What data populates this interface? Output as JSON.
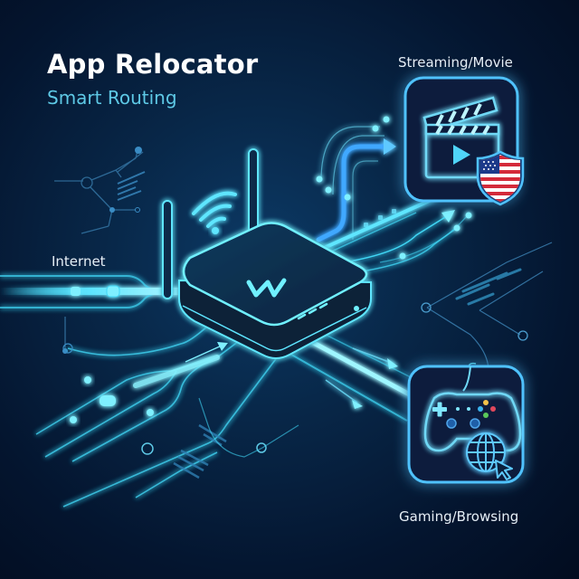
{
  "header": {
    "title": "App Relocator",
    "subtitle": "Smart Routing"
  },
  "nodes": {
    "source": {
      "label": "Internet",
      "icon": "data-stream-icon"
    },
    "router": {
      "logo_letter": "W",
      "icon": "router-icon",
      "wifi_icon": "wifi-icon"
    },
    "destinations": [
      {
        "label": "Streaming/Movie",
        "icon": "clapperboard-icon",
        "badge": "us-flag-shield-icon"
      },
      {
        "label": "Gaming/Browsing",
        "icon": "gamepad-icon",
        "badge": "globe-cursor-icon"
      }
    ]
  },
  "colors": {
    "background": "#04152f",
    "accent": "#3fd6f5",
    "glow": "#2aa8ff",
    "subtitle": "#5ec9e6",
    "text": "#ffffff"
  }
}
